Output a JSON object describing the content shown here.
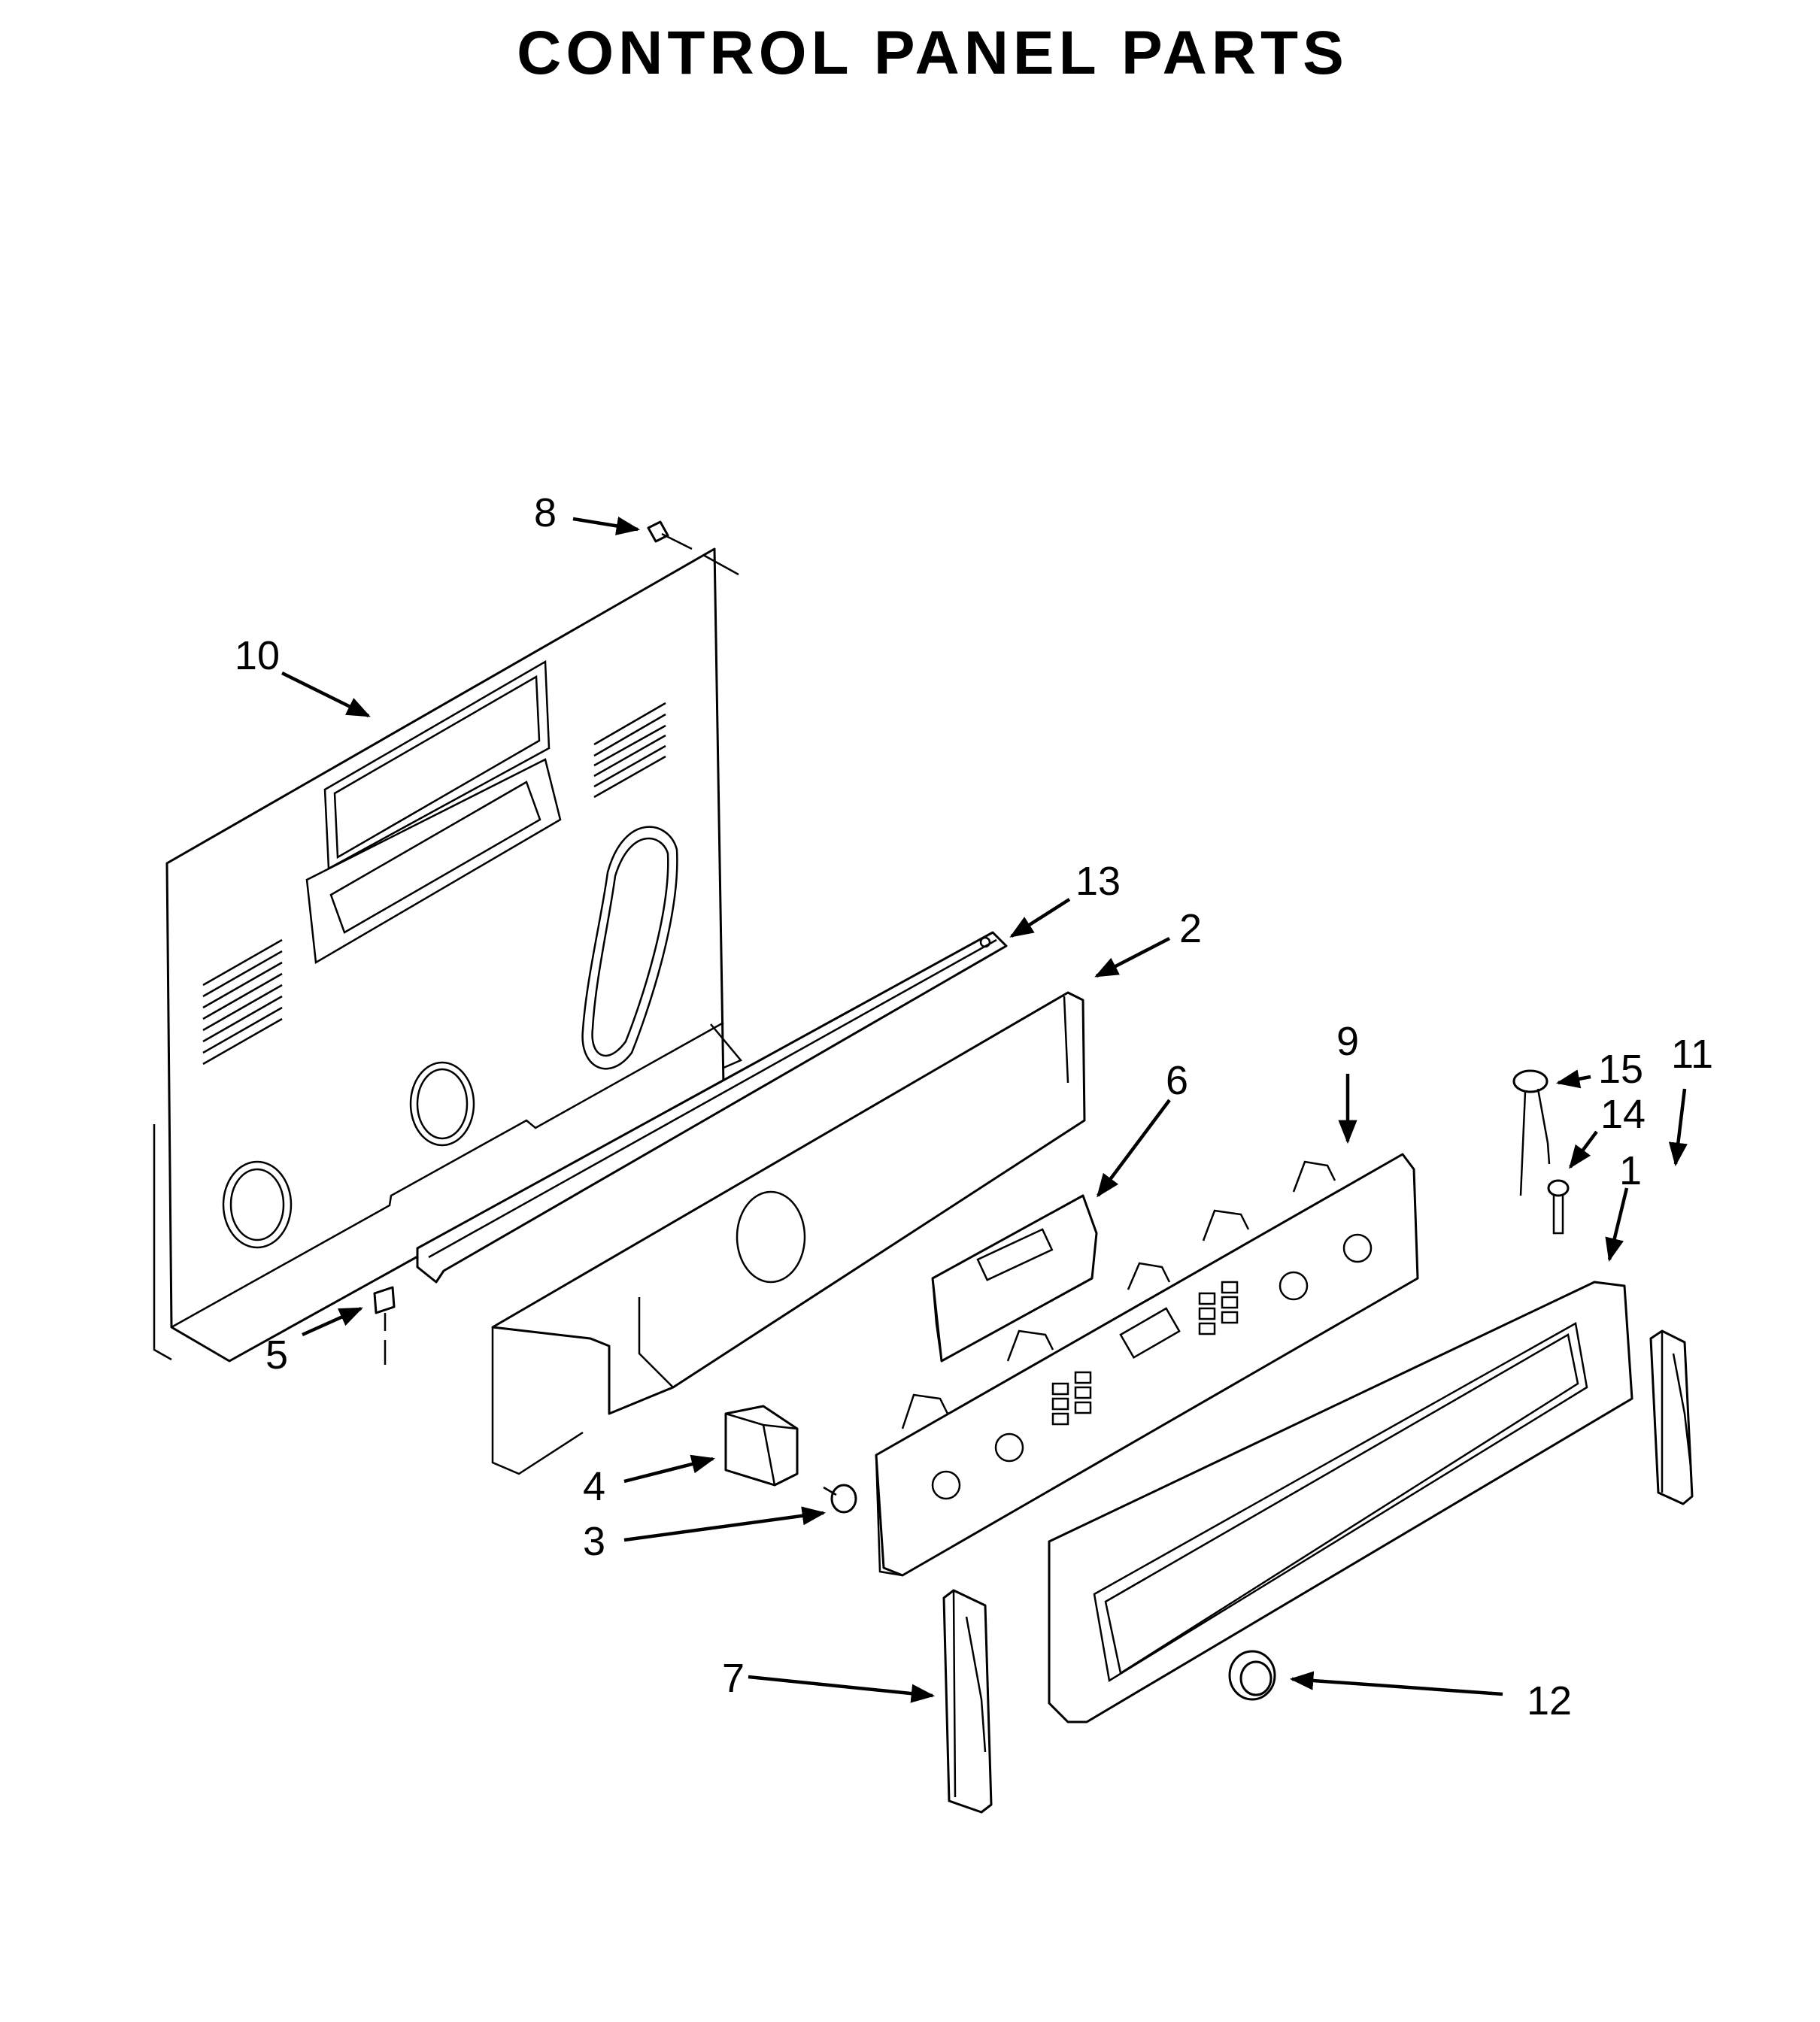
{
  "title": "CONTROL PANEL PARTS",
  "callouts": [
    {
      "id": "c8",
      "label": "8"
    },
    {
      "id": "c10",
      "label": "10"
    },
    {
      "id": "c13",
      "label": "13"
    },
    {
      "id": "c2",
      "label": "2"
    },
    {
      "id": "c9",
      "label": "9"
    },
    {
      "id": "c6",
      "label": "6"
    },
    {
      "id": "c15",
      "label": "15"
    },
    {
      "id": "c11",
      "label": "11"
    },
    {
      "id": "c14",
      "label": "14"
    },
    {
      "id": "c1",
      "label": "1"
    },
    {
      "id": "c5",
      "label": "5"
    },
    {
      "id": "c4",
      "label": "4"
    },
    {
      "id": "c3",
      "label": "3"
    },
    {
      "id": "c7",
      "label": "7"
    },
    {
      "id": "c12",
      "label": "12"
    }
  ]
}
